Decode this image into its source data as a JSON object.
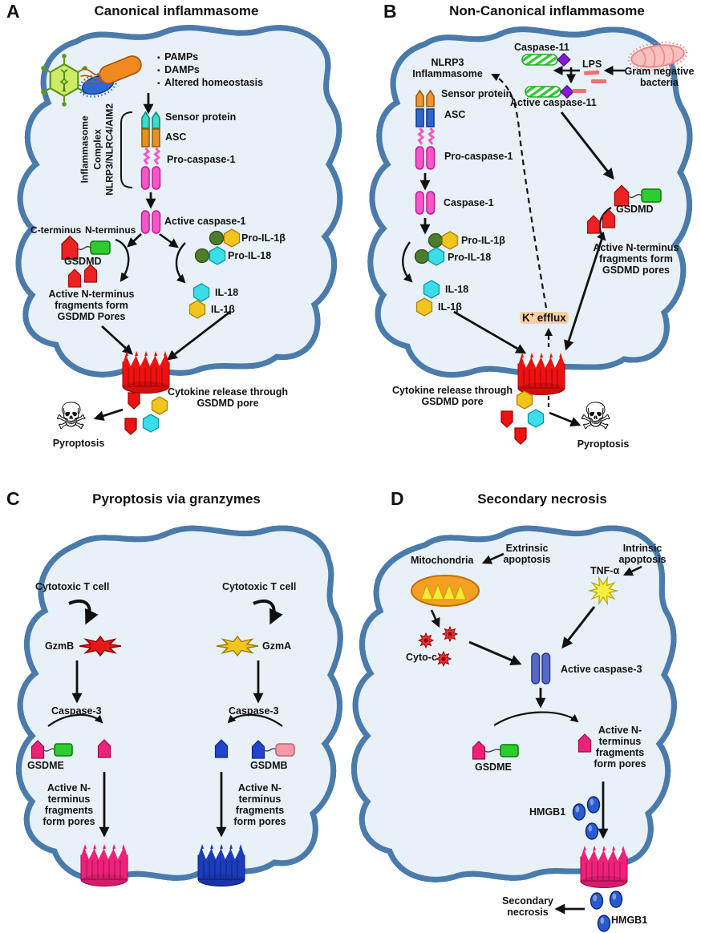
{
  "colors": {
    "page_bg": "#ffffff",
    "cell_fill": "#e9f1f8",
    "cell_border": "#4b7bab",
    "label_text": "#111111",
    "caspase1_pink": "#f557c8",
    "sensor_cyan": "#3adcc8",
    "asc_orange": "#e89028",
    "sensor_orange": "#f0952e",
    "asc_blue": "#2f66cc",
    "gsdmd_n_red": "#ee2222",
    "gsdmd_c_green": "#2ecc2e",
    "gsdme_n_pink": "#f0217a",
    "gsdmb_n_blue": "#2244cc",
    "gsdmb_c_pink": "#f59aa8",
    "il18_cyan": "#3adeea",
    "il1b_gold": "#f2c41c",
    "pro_domain_green": "#4e7d2a",
    "caspase11_green": "#33cc33",
    "card_purple": "#8818d8",
    "lps_red": "#f37070",
    "gram_bacteria_pink": "#f9c0c0",
    "granzyme_b_red": "#e81818",
    "granzyme_a_yellow": "#f2c51e",
    "mitochondria_orange": "#f5a025",
    "tnf_yellow": "#f5ee3a",
    "cytoc_red": "#ee3333",
    "caspase3_blue": "#5868c8",
    "hmgb1_blue": "#2a5ad0",
    "pore_red": "#ee1111",
    "pore_pink": "#f0217a",
    "pore_blue": "#1d3cbd",
    "k_efflux_bg": "#f9d0a0"
  },
  "panel_a": {
    "letter": "A",
    "title": "Canonical inflammasome",
    "stimuli": [
      "PAMPs",
      "DAMPs",
      "Altered homeostasis"
    ],
    "complex_line1": "Inflammasome",
    "complex_line2": "Complex",
    "complex_line3": "NLRP3/NLRC4/AIM2",
    "sensor_protein": "Sensor protein",
    "asc": "ASC",
    "pro_caspase1": "Pro-caspase-1",
    "active_caspase1": "Active caspase-1",
    "c_terminus": "C-terminus",
    "n_terminus": "N-terminus",
    "gsdmd": "GSDMD",
    "fragments": "Active N-terminus fragments form GSDMD Pores",
    "pro_il1b": "Pro-IL-1β",
    "pro_il18": "Pro-IL-18",
    "il18": "IL-18",
    "il1b": "IL-1β",
    "cytokine_release": "Cytokine release through GSDMD pore",
    "pyroptosis": "Pyroptosis"
  },
  "panel_b": {
    "letter": "B",
    "title": "Non-Canonical inflammasome",
    "caspase11": "Caspase-11",
    "lps": "LPS",
    "gram_negative": "Gram negative bacteria",
    "active_caspase11": "Active caspase-11",
    "nlrp3_line1": "NLRP3",
    "nlrp3_line2": "Inflammasome",
    "sensor_protein": "Sensor protein",
    "asc": "ASC",
    "pro_caspase1": "Pro-caspase-1",
    "caspase1": "Caspase-1",
    "pro_il1b": "Pro-IL-1β",
    "pro_il18": "Pro-IL-18",
    "il18": "IL-18",
    "il1b": "IL-1β",
    "gsdmd": "GSDMD",
    "fragments": "Active N-terminus fragments form GSDMD pores",
    "k_symbol": "K",
    "k_plus": "+",
    "k_word": "efflux",
    "cytokine_release": "Cytokine release through GSDMD pore",
    "pyroptosis": "Pyroptosis"
  },
  "panel_c": {
    "letter": "C",
    "title": "Pyroptosis via granzymes",
    "left": {
      "t_cell": "Cytotoxic T cell",
      "granzyme": "GzmB",
      "caspase": "Caspase-3",
      "gasdermin": "GSDME",
      "fragments": "Active N-terminus fragments form pores"
    },
    "right": {
      "t_cell": "Cytotoxic T cell",
      "granzyme": "GzmA",
      "caspase": "Caspase-3",
      "gasdermin": "GSDMB",
      "fragments": "Active N-terminus fragments form pores"
    }
  },
  "panel_d": {
    "letter": "D",
    "title": "Secondary necrosis",
    "mitochondria": "Mitochondria",
    "extrinsic": "Extrinsic apoptosis",
    "intrinsic": "Intrinsic apoptosis",
    "tnf": "TNF-α",
    "cyto_c": "Cyto-c",
    "active_caspase3": "Active caspase-3",
    "gsdme": "GSDME",
    "fragments": "Active N-terminus fragments form pores",
    "hmgb1_inside": "HMGB1",
    "hmgb1_outside": "HMGB1",
    "secondary_necrosis": "Secondary necrosis"
  }
}
